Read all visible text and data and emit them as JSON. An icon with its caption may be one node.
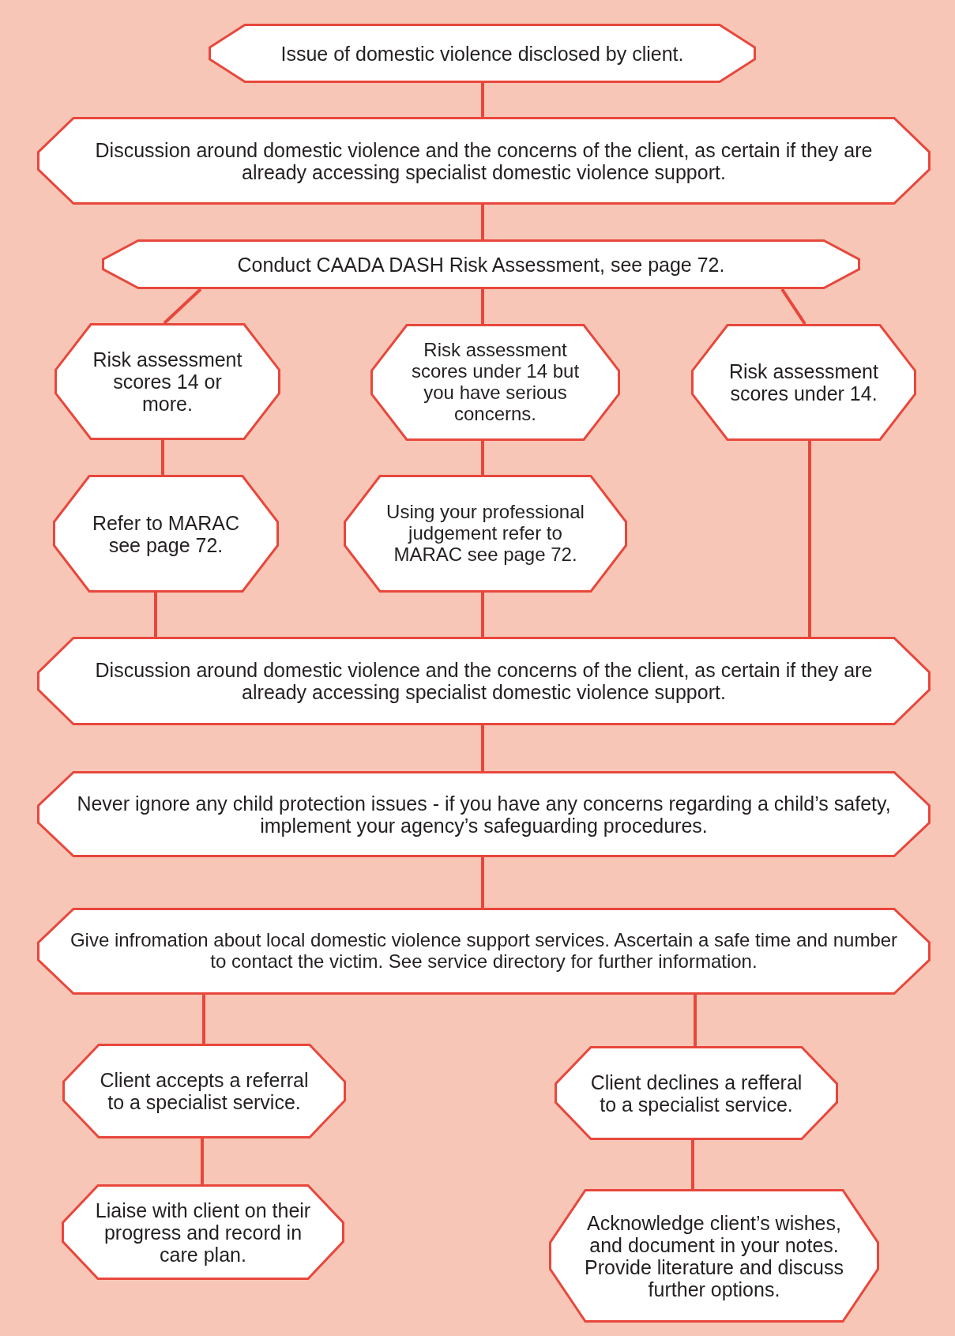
{
  "diagram": {
    "nodes": [
      {
        "text": [
          "Issue of domestic violence disclosed by client."
        ]
      },
      {
        "text": [
          "Discussion around domestic violence and the concerns of the client, as certain if they are already accessing specialist domestic violence support."
        ]
      },
      {
        "text": [
          "Conduct CAADA DASH Risk Assessment, see page 72."
        ]
      },
      {
        "text": [
          "Risk assessment scores 14 or more."
        ]
      },
      {
        "text": [
          "Risk assessment scores under 14 but you have serious concerns."
        ]
      },
      {
        "text": [
          "Risk assessment scores under 14."
        ]
      },
      {
        "text": [
          "Refer to MARAC see page 72."
        ]
      },
      {
        "text": [
          "Using your professional judgement refer to MARAC see page 72."
        ]
      },
      {
        "text": [
          "Discussion around domestic violence and the concerns of the client, as certain if they are already accessing specialist domestic violence support."
        ]
      },
      {
        "text": [
          "Never ignore any child protection issues - if you have any concerns regarding a child’s safety, implement your agency’s safeguarding procedures."
        ]
      },
      {
        "text": [
          "Give infromation about local domestic violence support services. Ascertain a safe time and number to contact the victim. See service directory for further information."
        ]
      },
      {
        "text": [
          "Client accepts a referral to a specialist service."
        ]
      },
      {
        "text": [
          "Client declines a refferal to a specialist service."
        ]
      },
      {
        "text": [
          "Liaise with client on their progress and record in care plan."
        ]
      },
      {
        "text": [
          "Acknowledge client’s wishes, and document in your notes. Provide literature and discuss further options."
        ]
      }
    ],
    "edges": [
      {
        "from": 0,
        "to": 1,
        "arrow": "none"
      },
      {
        "from": 1,
        "to": 2,
        "arrow": "none"
      },
      {
        "from": 2,
        "to": 3,
        "arrow": "none"
      },
      {
        "from": 2,
        "to": 4,
        "arrow": "none"
      },
      {
        "from": 2,
        "to": 5,
        "arrow": "none"
      },
      {
        "from": 3,
        "to": 6,
        "arrow": "none"
      },
      {
        "from": 4,
        "to": 7,
        "arrow": "none"
      },
      {
        "from": 6,
        "to": 8,
        "arrow": "none"
      },
      {
        "from": 7,
        "to": 8,
        "arrow": "none"
      },
      {
        "from": 5,
        "to": 8,
        "arrow": "none"
      },
      {
        "from": 8,
        "to": 9,
        "arrow": "none"
      },
      {
        "from": 9,
        "to": 10,
        "arrow": "none"
      },
      {
        "from": 10,
        "to": 11,
        "arrow": "none"
      },
      {
        "from": 10,
        "to": 12,
        "arrow": "none"
      },
      {
        "from": 11,
        "to": 13,
        "arrow": "none"
      },
      {
        "from": 12,
        "to": 14,
        "arrow": "none"
      }
    ]
  }
}
